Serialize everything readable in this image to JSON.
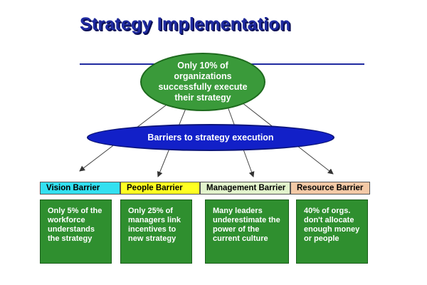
{
  "title": "Strategy Implementation",
  "main_oval": "Only 10% of organizations successfully execute their strategy",
  "barriers_oval": "Barriers to strategy execution",
  "barriers": [
    {
      "label": "Vision Barrier",
      "description": "Only 5% of the workforce understands the strategy",
      "color": "#33e0f0"
    },
    {
      "label": "People Barrier",
      "description": "Only 25% of managers link incentives to new strategy",
      "color": "#ffff22"
    },
    {
      "label": "Management Barrier",
      "description": "Many leaders underestimate the power of the current culture",
      "color": "#e2f3cc"
    },
    {
      "label": "Resource Barrier",
      "description": "40% of orgs. don't allocate enough money or people",
      "color": "#f3c9a6"
    }
  ],
  "colors": {
    "title": "#1f2aa0",
    "main_oval": "#3a9a3a",
    "barriers_oval": "#1220c8",
    "description_box": "#2f8f2f"
  }
}
